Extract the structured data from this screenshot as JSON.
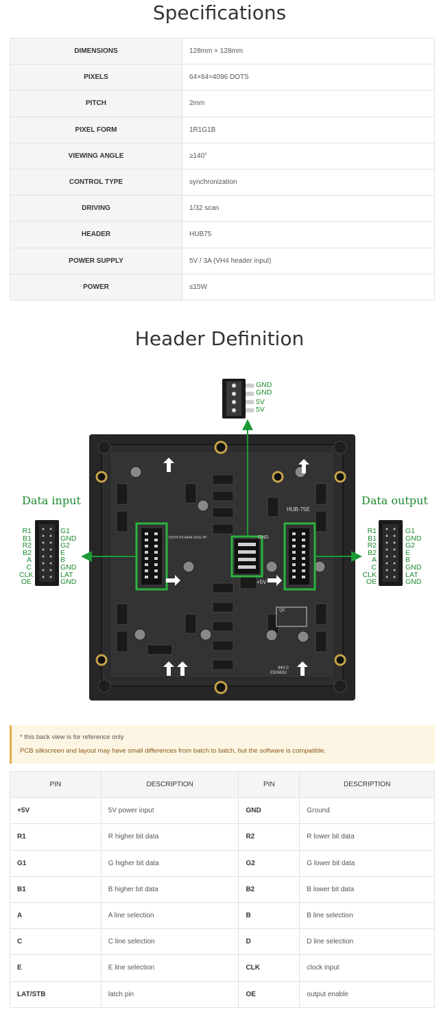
{
  "specs": {
    "title": "Specifications",
    "rows": [
      {
        "label": "DIMENSIONS",
        "value": "128mm × 128mm"
      },
      {
        "label": "PIXELS",
        "value": "64×64=4096 DOTS"
      },
      {
        "label": "PITCH",
        "value": "2mm"
      },
      {
        "label": "PIXEL FORM",
        "value": "1R1G1B"
      },
      {
        "label": "VIEWING ANGLE",
        "value": "≥140°"
      },
      {
        "label": "CONTROL TYPE",
        "value": "synchronization"
      },
      {
        "label": "DRIVING",
        "value": "1/32 scan"
      },
      {
        "label": "HEADER",
        "value": "HUB75"
      },
      {
        "label": "POWER SUPPLY",
        "value": "5V / 3A (VH4 header input)"
      },
      {
        "label": "POWER",
        "value": "≤15W"
      }
    ]
  },
  "header_def": {
    "title": "Header Definition",
    "data_input_label": "Data input",
    "data_output_label": "Data output",
    "power_pins": [
      "GND",
      "GND",
      "5V",
      "5V"
    ],
    "left_pins": [
      "R1",
      "B1",
      "R2",
      "B2",
      "A",
      "C",
      "CLK",
      "OE"
    ],
    "right_pins": [
      "G1",
      "GND",
      "G2",
      "E",
      "B",
      "GND",
      "LAT",
      "GND"
    ],
    "board_text": {
      "model": "HUB-75E",
      "part": "DCHY-P2-6464-1515-YP",
      "gnd": "GND",
      "plus5v": "+5V",
      "qc": "QC",
      "rating": "94V-0",
      "code": "E506652"
    }
  },
  "note": {
    "line1": "* this back view is for reference only",
    "line2": "PCB silkscreen and layout may have small differences from batch to batch, but the software is compatible."
  },
  "pin_table": {
    "headers": [
      "PIN",
      "DESCRIPTION",
      "PIN",
      "DESCRIPTION"
    ],
    "rows": [
      [
        "+5V",
        "5V power input",
        "GND",
        "Ground"
      ],
      [
        "R1",
        "R higher bit data",
        "R2",
        "R lower bit data"
      ],
      [
        "G1",
        "G higher bit data",
        "G2",
        "G lower bit data"
      ],
      [
        "B1",
        "B higher bit data",
        "B2",
        "B lower bit data"
      ],
      [
        "A",
        "A line selection",
        "B",
        "B line selection"
      ],
      [
        "C",
        "C line selection",
        "D",
        "D line selection"
      ],
      [
        "E",
        "E line selection",
        "CLK",
        "clock input"
      ],
      [
        "LAT/STB",
        "latch pin",
        "OE",
        "output enable"
      ]
    ]
  }
}
